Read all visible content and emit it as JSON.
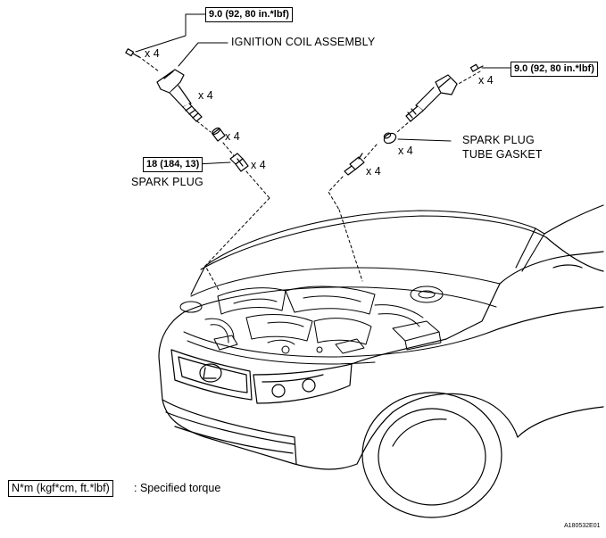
{
  "labels": {
    "ignition_coil": "IGNITION COIL ASSEMBLY",
    "spark_plug": "SPARK PLUG",
    "tube_gasket_line1": "SPARK PLUG",
    "tube_gasket_line2": "TUBE GASKET"
  },
  "torque": {
    "left_bolt": "9.0 (92, 80 in.*lbf)",
    "right_bolt": "9.0 (92, 80 in.*lbf)",
    "spark_plug": "18 (184, 13)"
  },
  "quantities": {
    "left_bolt": "x 4",
    "left_coil": "x 4",
    "left_gasket": "x 4",
    "left_plug": "x 4",
    "right_bolt": "x 4",
    "right_gasket": "x 4",
    "right_plug": "x 4"
  },
  "legend": {
    "unit": "N*m (kgf*cm, ft.*lbf)",
    "text": ": Specified torque"
  },
  "figure_ref": "A180532E01"
}
